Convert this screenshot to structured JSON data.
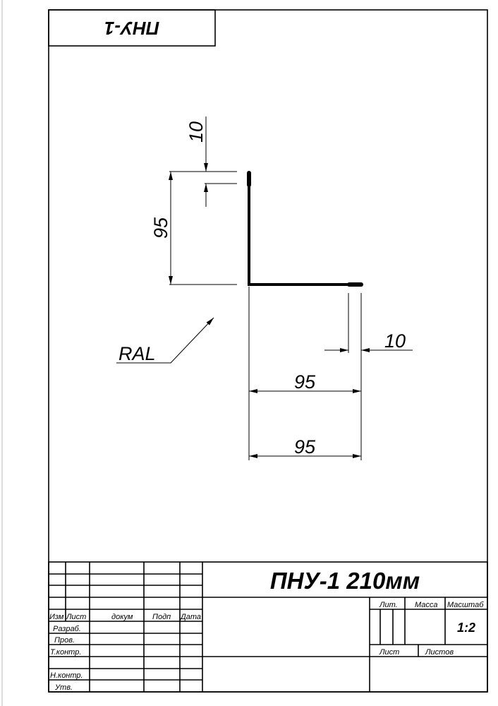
{
  "stamp": {
    "mirrored_code": "ПНУ-1"
  },
  "drawing": {
    "dimensions": {
      "top_hem": "10",
      "vertical_leg": "95",
      "right_hem": "10",
      "horizontal_leg_inner": "95",
      "horizontal_leg_total": "95"
    },
    "coating_label": "RAL"
  },
  "title_block": {
    "title": "ПНУ-1 210мм",
    "headers": {
      "izm": "Изм",
      "list": "Лист",
      "dokum": "докум",
      "podp": "Подп",
      "data": "Дата"
    },
    "roles": [
      "Разраб.",
      "Пров.",
      "Т.контр.",
      "Н.контр.",
      "Утв."
    ],
    "lit_label": "Лит.",
    "mass_label": "Масса",
    "scale_label": "Масштаб",
    "scale_value": "1:2",
    "sheet_label": "Лист",
    "sheets_label": "Листов"
  }
}
